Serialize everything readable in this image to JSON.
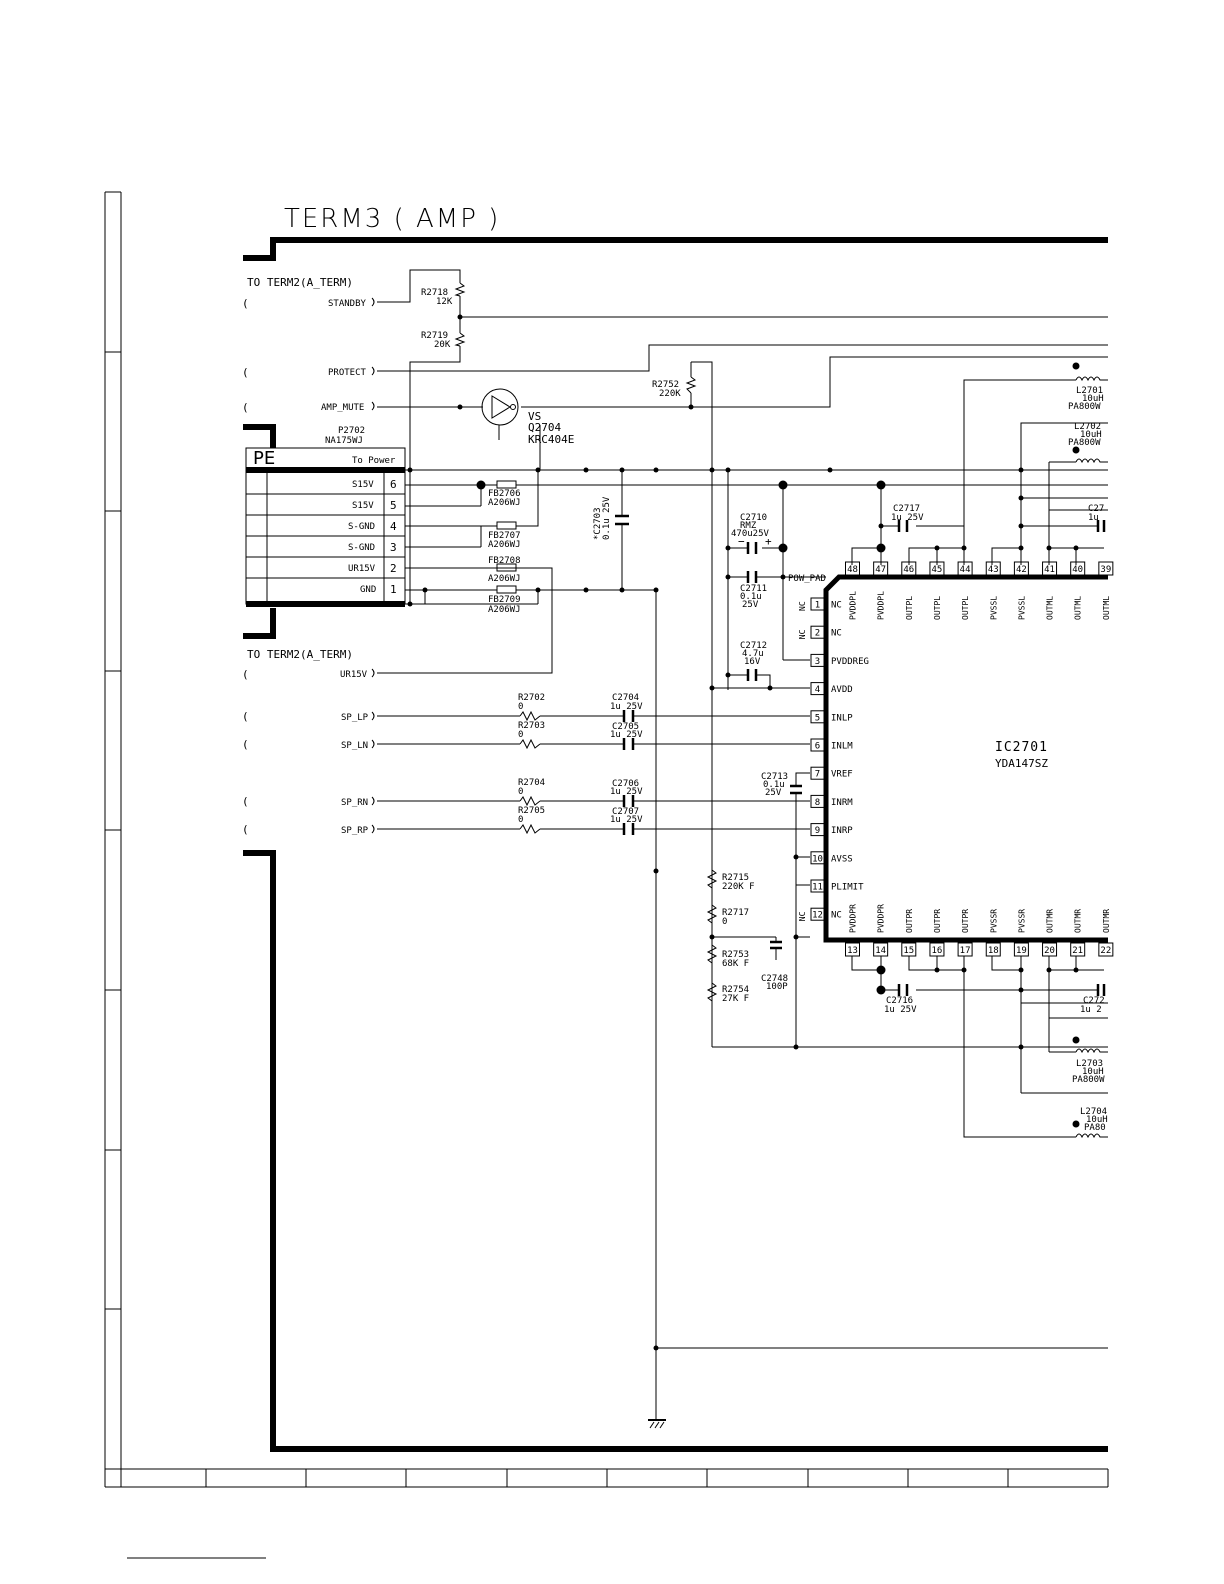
{
  "title": "TERM3 ( AMP )",
  "terminal_labels": {
    "to_term2_top": "TO TERM2(A_TERM)",
    "to_term2_bottom": "TO TERM2(A_TERM)"
  },
  "signals": {
    "standby": "STANDBY",
    "protect": "PROTECT",
    "amp_mute": "AMP_MUTE",
    "ur15v": "UR15V",
    "sp_lp": "SP_LP",
    "sp_ln": "SP_LN",
    "sp_rn": "SP_RN",
    "sp_rp": "SP_RP",
    "pow_pad": "POW_PAD"
  },
  "connector": {
    "ref": "P2702",
    "part": "NA175WJ",
    "header": "PE",
    "subheader": "To Power",
    "pins": [
      {
        "name": "S15V",
        "num": "6"
      },
      {
        "name": "S15V",
        "num": "5"
      },
      {
        "name": "S-GND",
        "num": "4"
      },
      {
        "name": "S-GND",
        "num": "3"
      },
      {
        "name": "UR15V",
        "num": "2"
      },
      {
        "name": "GND",
        "num": "1"
      }
    ]
  },
  "transistor": {
    "vs": "VS",
    "ref": "Q2704",
    "part": "KRC404E"
  },
  "resistors": {
    "r2718": {
      "ref": "R2718",
      "val": "12K"
    },
    "r2719": {
      "ref": "R2719",
      "val": "20K"
    },
    "r2752": {
      "ref": "R2752",
      "val": "220K"
    },
    "r2702": {
      "ref": "R2702",
      "val": "0"
    },
    "r2703": {
      "ref": "R2703",
      "val": "0"
    },
    "r2704": {
      "ref": "R2704",
      "val": "0"
    },
    "r2705": {
      "ref": "R2705",
      "val": "0"
    },
    "r2715": {
      "ref": "R2715",
      "val": "220K F"
    },
    "r2717": {
      "ref": "R2717",
      "val": "0"
    },
    "r2753": {
      "ref": "R2753",
      "val": "68K F"
    },
    "r2754": {
      "ref": "R2754",
      "val": "27K F"
    }
  },
  "beads": {
    "fb2706": {
      "ref": "FB2706",
      "val": "A206WJ"
    },
    "fb2707": {
      "ref": "FB2707",
      "val": "A206WJ"
    },
    "fb2708": {
      "ref": "FB2708",
      "val": "A206WJ"
    },
    "fb2709": {
      "ref": "FB2709",
      "val": "A206WJ"
    }
  },
  "capacitors": {
    "c2703": {
      "ref": "*C2703",
      "val": "0.1u 25V"
    },
    "c2710": {
      "ref": "C2710",
      "l2": "RMZ",
      "val": "470u25V"
    },
    "c2711": {
      "ref": "C2711",
      "l2": "0.1u",
      "val": "25V"
    },
    "c2712": {
      "ref": "C2712",
      "l2": "4.7u",
      "val": "16V"
    },
    "c2713": {
      "ref": "C2713",
      "l2": "0.1u",
      "val": "25V"
    },
    "c2704": {
      "ref": "C2704",
      "val": "1u 25V"
    },
    "c2705": {
      "ref": "C2705",
      "val": "1u 25V"
    },
    "c2706": {
      "ref": "C2706",
      "val": "1u 25V"
    },
    "c2707": {
      "ref": "C2707",
      "val": "1u 25V"
    },
    "c2717": {
      "ref": "C2717",
      "val": "1u  25V"
    },
    "c2716": {
      "ref": "C2716",
      "val": "1u  25V"
    },
    "c2748": {
      "ref": "C2748",
      "val": "100P"
    },
    "c27r": {
      "ref": "C27",
      "val": "1u"
    },
    "c272r": {
      "ref": "C272",
      "val": "1u  2"
    }
  },
  "inductors": {
    "l2701": {
      "ref": "L2701",
      "l2": "10uH",
      "val": "PA800W"
    },
    "l2702": {
      "ref": "L2702",
      "l2": "10uH",
      "val": "PA800W"
    },
    "l2703": {
      "ref": "L2703",
      "l2": "10uH",
      "val": "PA800W"
    },
    "l2704": {
      "ref": "L2704",
      "l2": "10uH",
      "val": "PA80"
    }
  },
  "ic": {
    "ref": "IC2701",
    "part": "YDA147SZ",
    "left_pins": [
      {
        "num": "1",
        "name": "NC",
        "side": "NC"
      },
      {
        "num": "2",
        "name": "NC",
        "side": "NC"
      },
      {
        "num": "3",
        "name": "PVDDREG",
        "side": ""
      },
      {
        "num": "4",
        "name": "AVDD",
        "side": ""
      },
      {
        "num": "5",
        "name": "INLP",
        "side": ""
      },
      {
        "num": "6",
        "name": "INLM",
        "side": ""
      },
      {
        "num": "7",
        "name": "VREF",
        "side": ""
      },
      {
        "num": "8",
        "name": "INRM",
        "side": ""
      },
      {
        "num": "9",
        "name": "INRP",
        "side": ""
      },
      {
        "num": "10",
        "name": "AVSS",
        "side": ""
      },
      {
        "num": "11",
        "name": "PLIMIT",
        "side": ""
      },
      {
        "num": "12",
        "name": "NC",
        "side": "NC"
      }
    ],
    "top_pins": [
      {
        "num": "48",
        "name": "PVDDPL"
      },
      {
        "num": "47",
        "name": "PVDDPL"
      },
      {
        "num": "46",
        "name": "OUTPL"
      },
      {
        "num": "45",
        "name": "OUTPL"
      },
      {
        "num": "44",
        "name": "OUTPL"
      },
      {
        "num": "43",
        "name": "PVSSL"
      },
      {
        "num": "42",
        "name": "PVSSL"
      },
      {
        "num": "41",
        "name": "OUTML"
      },
      {
        "num": "40",
        "name": "OUTML"
      },
      {
        "num": "39",
        "name": "OUTML"
      }
    ],
    "bottom_pins": [
      {
        "num": "13",
        "name": "PVDDPR"
      },
      {
        "num": "14",
        "name": "PVDDPR"
      },
      {
        "num": "15",
        "name": "OUTPR"
      },
      {
        "num": "16",
        "name": "OUTPR"
      },
      {
        "num": "17",
        "name": "OUTPR"
      },
      {
        "num": "18",
        "name": "PVSSR"
      },
      {
        "num": "19",
        "name": "PVSSR"
      },
      {
        "num": "20",
        "name": "OUTMR"
      },
      {
        "num": "21",
        "name": "OUTMR"
      },
      {
        "num": "22",
        "name": "OUTMR"
      }
    ]
  }
}
